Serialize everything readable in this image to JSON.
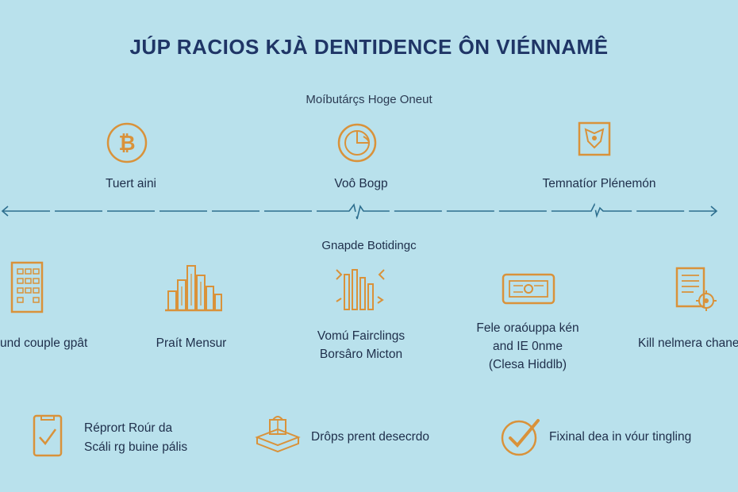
{
  "title": "JÚP RACIOS KJÀ DENTIDENCE ÔN VIÉNNAMÊ",
  "subtitle": "Moíbutárçs Hoge Oneut",
  "top_row": [
    {
      "icon": "bitcoin-icon",
      "label": "Tuert aini"
    },
    {
      "icon": "circular-target-icon",
      "label": "Voô Bogp"
    },
    {
      "icon": "shield-crest-icon",
      "label": "Temnatíor Plénemón"
    }
  ],
  "middle_heading": "Gnapde Botidingc",
  "middle_row": [
    {
      "icon": "building-grid-icon",
      "label": "und couple gpât"
    },
    {
      "icon": "city-skyline-icon",
      "label": "Praít Mensur"
    },
    {
      "icon": "bar-arrows-icon",
      "label_line1": "Vomú Fairclings",
      "label_line2": "Borsâro Micton"
    },
    {
      "icon": "device-panel-icon",
      "label_line1": "Fele oraóuppa kén",
      "label_line2": "and IE 0nme",
      "label_line3": "(Clesa Hiddlb)"
    },
    {
      "icon": "document-gear-icon",
      "label": "Kill nelmera chane"
    }
  ],
  "bottom_row": [
    {
      "icon": "clipboard-check-icon",
      "label_line1": "Réprort Roúr da",
      "label_line2": "Scáli rg buine pális"
    },
    {
      "icon": "gift-box-icon",
      "label": "Drôps prent desecrdo"
    },
    {
      "icon": "check-circle-icon",
      "label": "Fixinal dea in vóur tingling"
    }
  ],
  "colors": {
    "background": "#b9e1ec",
    "icon": "#d9923a",
    "line": "#2e6f8f",
    "title": "#1f3566"
  }
}
